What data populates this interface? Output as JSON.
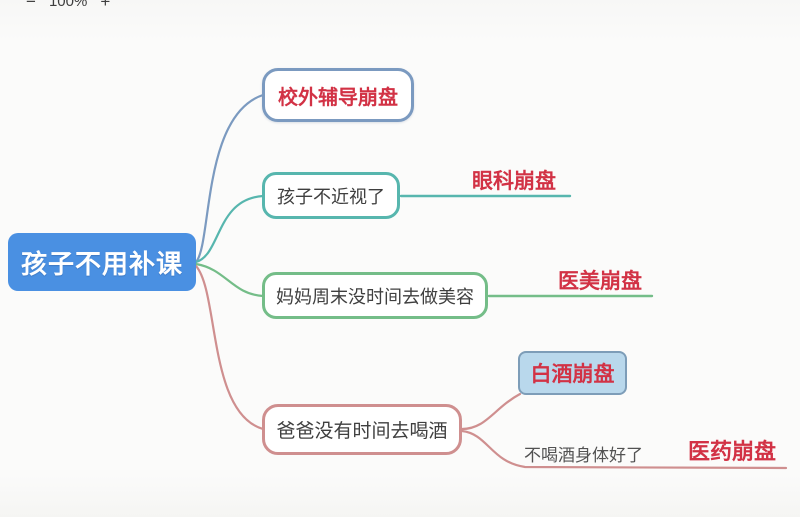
{
  "toolbar": {
    "zoom_out_label": "−",
    "zoom_level": "100%",
    "zoom_in_label": "+"
  },
  "mindmap": {
    "root": {
      "label": "孩子不用补课"
    },
    "branches": [
      {
        "id": "tutoring",
        "label": "校外辅导崩盘"
      },
      {
        "id": "eyesight",
        "label": "孩子不近视了",
        "child_label": "眼科崩盘"
      },
      {
        "id": "beauty",
        "label": "妈妈周末没时间去做美容",
        "child_label": "医美崩盘"
      },
      {
        "id": "drinking",
        "label": "爸爸没有时间去喝酒",
        "children": [
          {
            "id": "baijiu",
            "label": "白酒崩盘",
            "type": "highlight-box"
          },
          {
            "id": "health",
            "label": "不喝酒身体好了",
            "child_label": "医药崩盘",
            "type": "line-text"
          }
        ]
      }
    ]
  },
  "colors": {
    "root_fill": "#4a90e2",
    "branch1_border": "#7b9ac0",
    "branch2_border": "#57b6ae",
    "branch3_border": "#74bd88",
    "branch4_border": "#cf8f8f",
    "highlight_fill": "#b9d8ec",
    "highlight_border": "#7d9db8",
    "red_text": "#d23245",
    "node_text": "#3f3f3f",
    "muted_text": "#525252"
  }
}
